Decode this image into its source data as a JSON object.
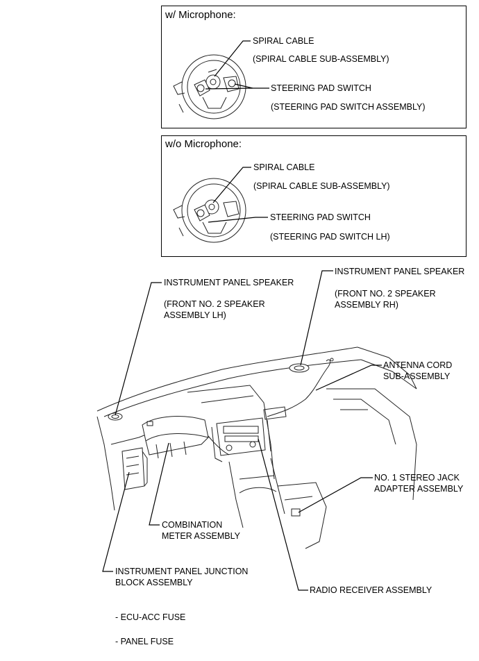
{
  "panels": {
    "with_mic": {
      "title": "w/ Microphone:",
      "spiral_label": "SPIRAL CABLE",
      "spiral_sub": "(SPIRAL CABLE SUB-ASSEMBLY)",
      "pad_label": "STEERING PAD SWITCH",
      "pad_sub": "(STEERING PAD SWITCH ASSEMBLY)"
    },
    "without_mic": {
      "title": "w/o Microphone:",
      "spiral_label": "SPIRAL CABLE",
      "spiral_sub": "(SPIRAL CABLE SUB-ASSEMBLY)",
      "pad_label": "STEERING PAD SWITCH",
      "pad_sub": "(STEERING PAD SWITCH LH)"
    }
  },
  "dashboard": {
    "speaker_lh": {
      "label": "INSTRUMENT PANEL SPEAKER",
      "sub1": "(FRONT NO. 2 SPEAKER",
      "sub2": "ASSEMBLY LH)"
    },
    "speaker_rh": {
      "label": "INSTRUMENT PANEL SPEAKER",
      "sub1": "(FRONT NO. 2 SPEAKER",
      "sub2": "ASSEMBLY RH)"
    },
    "antenna": {
      "line1": "ANTENNA CORD",
      "line2": "SUB-ASSEMBLY"
    },
    "stereo_jack": {
      "line1": "NO. 1 STEREO JACK",
      "line2": "ADAPTER ASSEMBLY"
    },
    "combination_meter": {
      "line1": "COMBINATION",
      "line2": "METER ASSEMBLY"
    },
    "junction_block": {
      "line1": "INSTRUMENT PANEL JUNCTION",
      "line2": "BLOCK ASSEMBLY"
    },
    "radio_receiver": {
      "label": "RADIO RECEIVER ASSEMBLY"
    }
  },
  "fuses": [
    "- ECU-ACC FUSE",
    "- PANEL FUSE"
  ]
}
